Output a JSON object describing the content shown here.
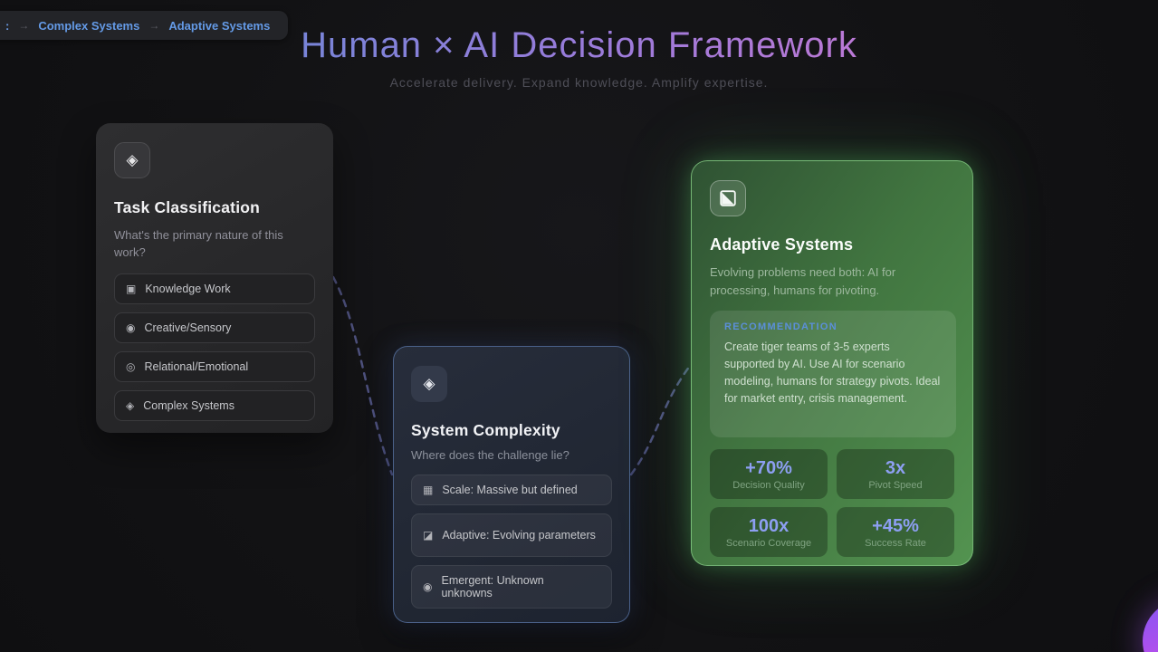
{
  "page": {
    "title": "Human × AI Decision Framework",
    "subtitle": "Accelerate delivery. Expand knowledge. Amplify expertise."
  },
  "breadcrumb": {
    "leading_fragment": ":",
    "separator": "→",
    "items": [
      {
        "label": "Complex Systems"
      },
      {
        "label": "Adaptive Systems"
      }
    ]
  },
  "cards": {
    "task_classification": {
      "icon": "◈",
      "title": "Task Classification",
      "question": "What's the primary nature of this work?",
      "options": [
        {
          "icon": "▣",
          "label": "Knowledge Work"
        },
        {
          "icon": "◉",
          "label": "Creative/Sensory"
        },
        {
          "icon": "◎",
          "label": "Relational/Emotional"
        },
        {
          "icon": "◈",
          "label": "Complex Systems"
        }
      ]
    },
    "system_complexity": {
      "icon": "◈",
      "title": "System Complexity",
      "question": "Where does the challenge lie?",
      "options": [
        {
          "icon": "▦",
          "label": "Scale: Massive but defined"
        },
        {
          "icon": "◪",
          "label": "Adaptive: Evolving parameters"
        },
        {
          "icon": "◉",
          "label": "Emergent: Unknown unknowns"
        }
      ]
    },
    "adaptive_systems": {
      "icon_name": "half-filled-square",
      "title": "Adaptive Systems",
      "description": "Evolving problems need both: AI for processing, humans for pivoting.",
      "recommendation_label": "RECOMMENDATION",
      "recommendation": "Create tiger teams of 3-5 experts supported by AI. Use AI for scenario modeling, humans for strategy pivots. Ideal for market entry, crisis management.",
      "stats": [
        {
          "value": "+70%",
          "label": "Decision Quality"
        },
        {
          "value": "3x",
          "label": "Pivot Speed"
        },
        {
          "value": "100x",
          "label": "Scenario Coverage"
        },
        {
          "value": "+45%",
          "label": "Success Rate"
        }
      ]
    }
  },
  "colors": {
    "accent_breadcrumb_blue": "#649ae6",
    "title_gradient_start": "#6e87d8",
    "title_gradient_end": "#c678d4",
    "recommendation_label_blue": "#5b8fd9",
    "stat_value_periwinkle": "#8d9ff2",
    "card3_green_dark": "#2f5233",
    "card3_green_light": "#539350",
    "connector_purple": "#8187d8",
    "fab_gradient_start": "#8d55f2",
    "fab_gradient_end": "#d24be4"
  }
}
